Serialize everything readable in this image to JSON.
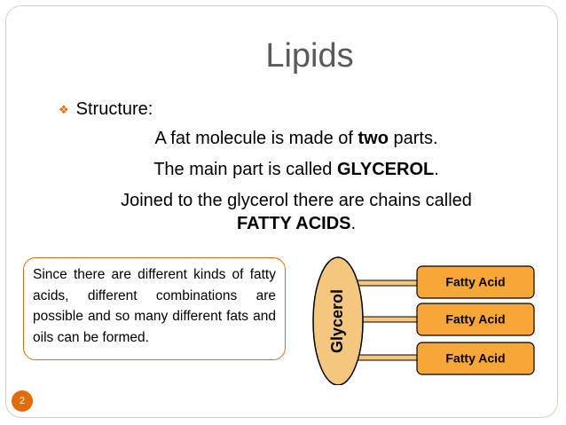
{
  "slide": {
    "title": "Lipids",
    "bullet_label": "Structure:",
    "line1_pre": "A fat molecule is made of ",
    "line1_bold": "two",
    "line1_post": " parts.",
    "line2_pre": "The main part is called ",
    "line2_bold": "GLYCEROL",
    "line2_post": ".",
    "line3": "Joined to the glycerol there are chains called",
    "line4_bold": "FATTY ACIDS",
    "line4_post": ".",
    "callout_text": "Since there are different kinds of fatty acids, different combinations are possible and so many different fats and oils can be formed.",
    "slide_number": "2"
  },
  "diagram": {
    "glycerol_label": "Glycerol",
    "fatty_acids": [
      "Fatty Acid",
      "Fatty Acid",
      "Fatty Acid"
    ]
  },
  "colors": {
    "accent": "#e36c0a",
    "glycerol_fill": "#f5c77e",
    "fatty_acid_fill": "#f7a738",
    "outline": "#000000"
  }
}
